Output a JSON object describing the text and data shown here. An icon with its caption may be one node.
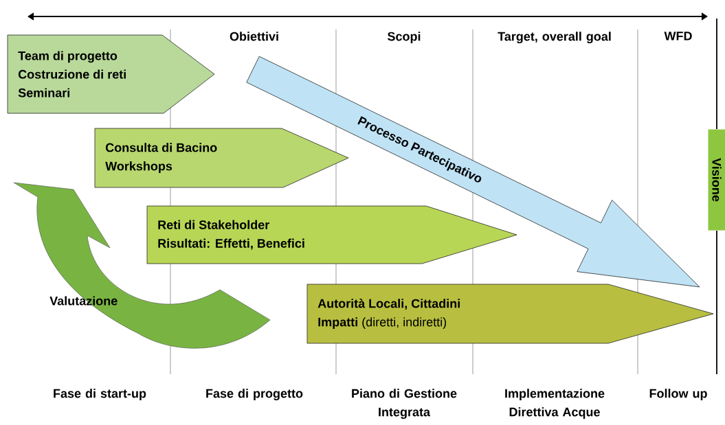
{
  "diagram": {
    "nodes": [
      {
        "text": [
          "Team di progetto",
          "Costruzione di reti",
          "Seminari"
        ]
      },
      {
        "text": [
          "Processo Partecipativo"
        ]
      },
      {
        "text": [
          "Consulta di Bacino",
          "Workshops"
        ]
      },
      {
        "text": [
          "Visione"
        ]
      },
      {
        "text": [
          "Reti di Stakeholder",
          "Risultati: Effetti, Benefici"
        ]
      },
      {
        "text": [
          "Valutazione"
        ]
      },
      {
        "text": [
          "Autorità Locali, Cittadini",
          "**Impatti** (diretti, indiretti)"
        ]
      }
    ],
    "labels": [
      "Obiettivi",
      "Scopi",
      "Target, overall goal",
      "WFD",
      "Fase di start-up",
      "Fase di progetto",
      "Piano di Gestione Integrata",
      "Implementazione Direttiva Acque",
      "Follow up"
    ]
  }
}
